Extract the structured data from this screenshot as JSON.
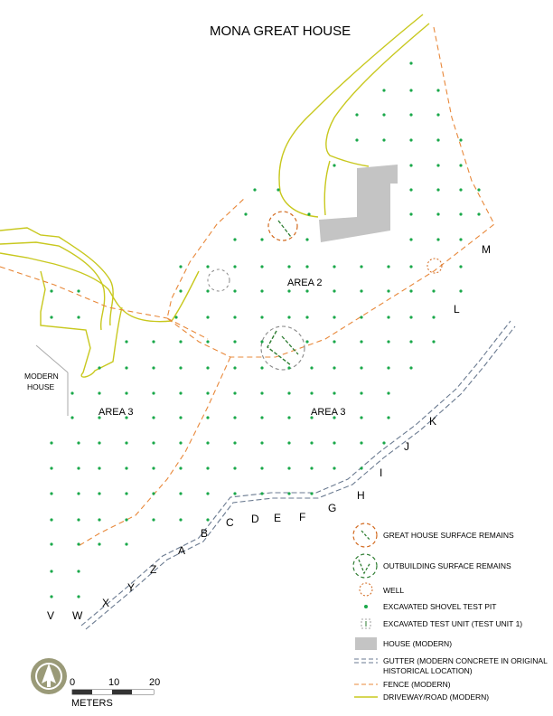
{
  "title": "MONA GREAT HOUSE",
  "areas": {
    "area2": "AREA 2",
    "area3_west": "AREA 3",
    "area3_east": "AREA 3",
    "modern_house_1": "MODERN",
    "modern_house_2": "HOUSE"
  },
  "grid_labels": [
    "V",
    "W",
    "X",
    "Y",
    "Z",
    "A",
    "B",
    "C",
    "D",
    "E",
    "F",
    "G",
    "H",
    "I",
    "J",
    "K",
    "L",
    "M"
  ],
  "legend": {
    "great_house": "GREAT HOUSE SURFACE REMAINS",
    "outbuilding": "OUTBUILDING SURFACE REMAINS",
    "well": "WELL",
    "shovel_test": "EXCAVATED SHOVEL TEST PIT",
    "test_unit": "EXCAVATED TEST UNIT (TEST UNIT 1)",
    "house": "HOUSE (MODERN)",
    "gutter_1": "GUTTER (MODERN CONCRETE IN ORIGINAL",
    "gutter_2": "HISTORICAL LOCATION)",
    "fence": "FENCE (MODERN)",
    "road": "DRIVEWAY/ROAD (MODERN)"
  },
  "scale": {
    "tick_0": "0",
    "tick_10": "10",
    "tick_20": "20",
    "unit": "METERS"
  },
  "colors": {
    "test_pit": "#1aa84a",
    "fence": "#e8883a",
    "road": "#c8c81e",
    "house": "#c4c4c4",
    "gutter": "#6a7a90",
    "outbuilding": "#2e7d32",
    "great_house": "#d2691e"
  },
  "icons": [
    "north-arrow-icon"
  ]
}
